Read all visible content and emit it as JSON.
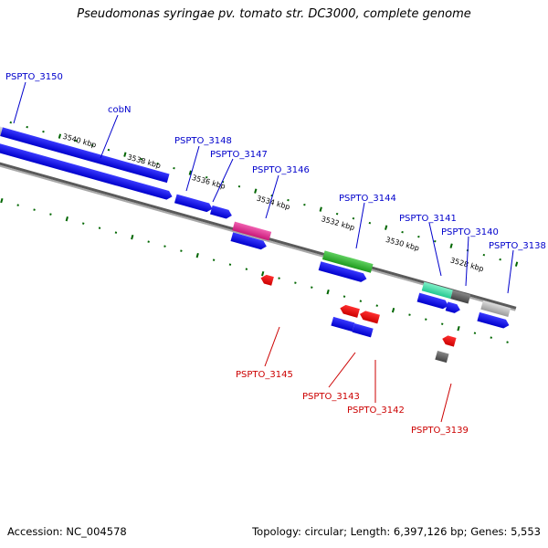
{
  "title": "Pseudomonas syringae pv. tomato str. DC3000, complete genome",
  "footer": {
    "accession": "Accession: NC_004578",
    "summary": "Topology: circular; Length: 6,397,126 bp; Genes: 5,553"
  },
  "colors": {
    "forward_gene": "#0000ee",
    "reverse_gene": "#ee0000",
    "forward_label": "#0000cc",
    "reverse_label": "#cc0000",
    "tick": "#006600",
    "backbone": "#777777",
    "highlight_magenta": "#e0208a",
    "highlight_green": "#33bb33",
    "highlight_teal": "#33ddaa",
    "pseudo_grey": "#bbbbbb",
    "dark_grey": "#666666"
  },
  "position_markers": [
    "3540 kbp",
    "3538 kbp",
    "3536 kbp",
    "3534 kbp",
    "3532 kbp",
    "3530 kbp",
    "3528 kbp"
  ],
  "labels_forward": [
    "PSPTO_3150",
    "cobN",
    "PSPTO_3148",
    "PSPTO_3147",
    "PSPTO_3146",
    "PSPTO_3144",
    "PSPTO_3141",
    "PSPTO_3140",
    "PSPTO_3138"
  ],
  "labels_reverse": [
    "PSPTO_3145",
    "PSPTO_3143",
    "PSPTO_3142",
    "PSPTO_3139"
  ]
}
